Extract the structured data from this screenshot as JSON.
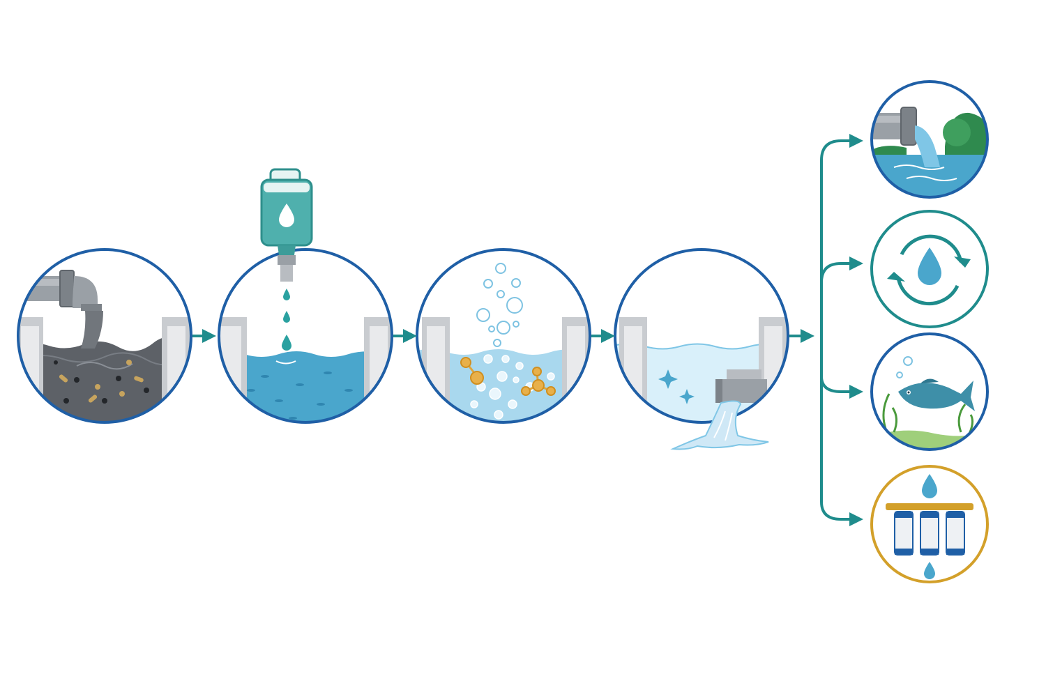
{
  "diagram": {
    "title": "",
    "stage_count": 4,
    "outcome_count": 4
  },
  "colors": {
    "ring": "#1f5fa6",
    "teal": "#1f8c8c",
    "gold": "#d3a02a",
    "sludge": "#5d6167",
    "water": "#4aa6cc",
    "light_water": "#a9d8ee",
    "clear_water": "#d9f0fa",
    "concrete": "#c9ccd0",
    "pipe": "#9aa0a6",
    "chemical": "#4fb0ad",
    "particle": "#e0a53a"
  },
  "stages": [
    {
      "id": "raw-wastewater",
      "icons": [
        "inlet-pipe-icon",
        "sludge-icon"
      ]
    },
    {
      "id": "chemical-dosing",
      "icons": [
        "chemical-jug-icon",
        "droplet-icon"
      ]
    },
    {
      "id": "aeration",
      "icons": [
        "bubbles-icon",
        "molecule-icon"
      ]
    },
    {
      "id": "clarified-discharge",
      "icons": [
        "sparkle-icon",
        "outlet-pipe-icon"
      ]
    }
  ],
  "outcomes": [
    {
      "id": "river-discharge",
      "icon": "river-pipe-icon",
      "ring": "ring"
    },
    {
      "id": "water-recycling",
      "icon": "recycle-droplet-icon",
      "ring": "teal"
    },
    {
      "id": "aquatic-life",
      "icon": "fish-icon",
      "ring": "ring"
    },
    {
      "id": "filtration",
      "icon": "filter-cartridge-icon",
      "ring": "gold"
    }
  ]
}
